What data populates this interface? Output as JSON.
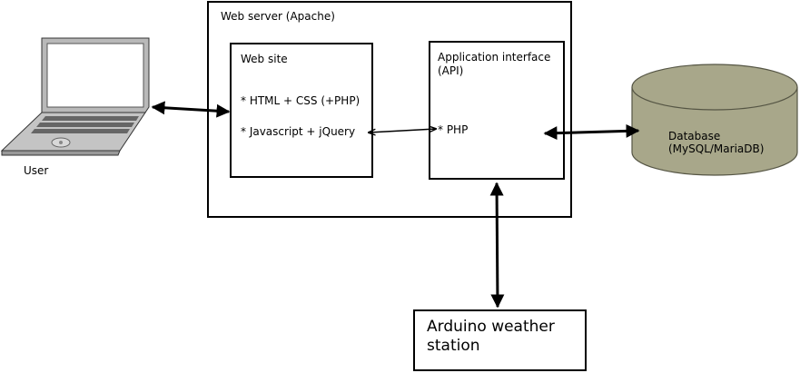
{
  "web_server": {
    "title": "Web server (Apache)"
  },
  "web_site": {
    "title": "Web site",
    "items": [
      "* HTML + CSS (+PHP)",
      "* Javascript + jQuery"
    ]
  },
  "api": {
    "title_line1": "Application interface",
    "title_line2": "(API)",
    "items": [
      "* PHP"
    ]
  },
  "database": {
    "line1": "Database",
    "line2": "(MySQL/MariaDB)",
    "fill_color": "#a8a78a"
  },
  "user": {
    "label": "User"
  },
  "arduino": {
    "label": "Arduino weather station"
  },
  "icons": {
    "laptop": "laptop-icon",
    "database": "database-cylinder-icon"
  }
}
